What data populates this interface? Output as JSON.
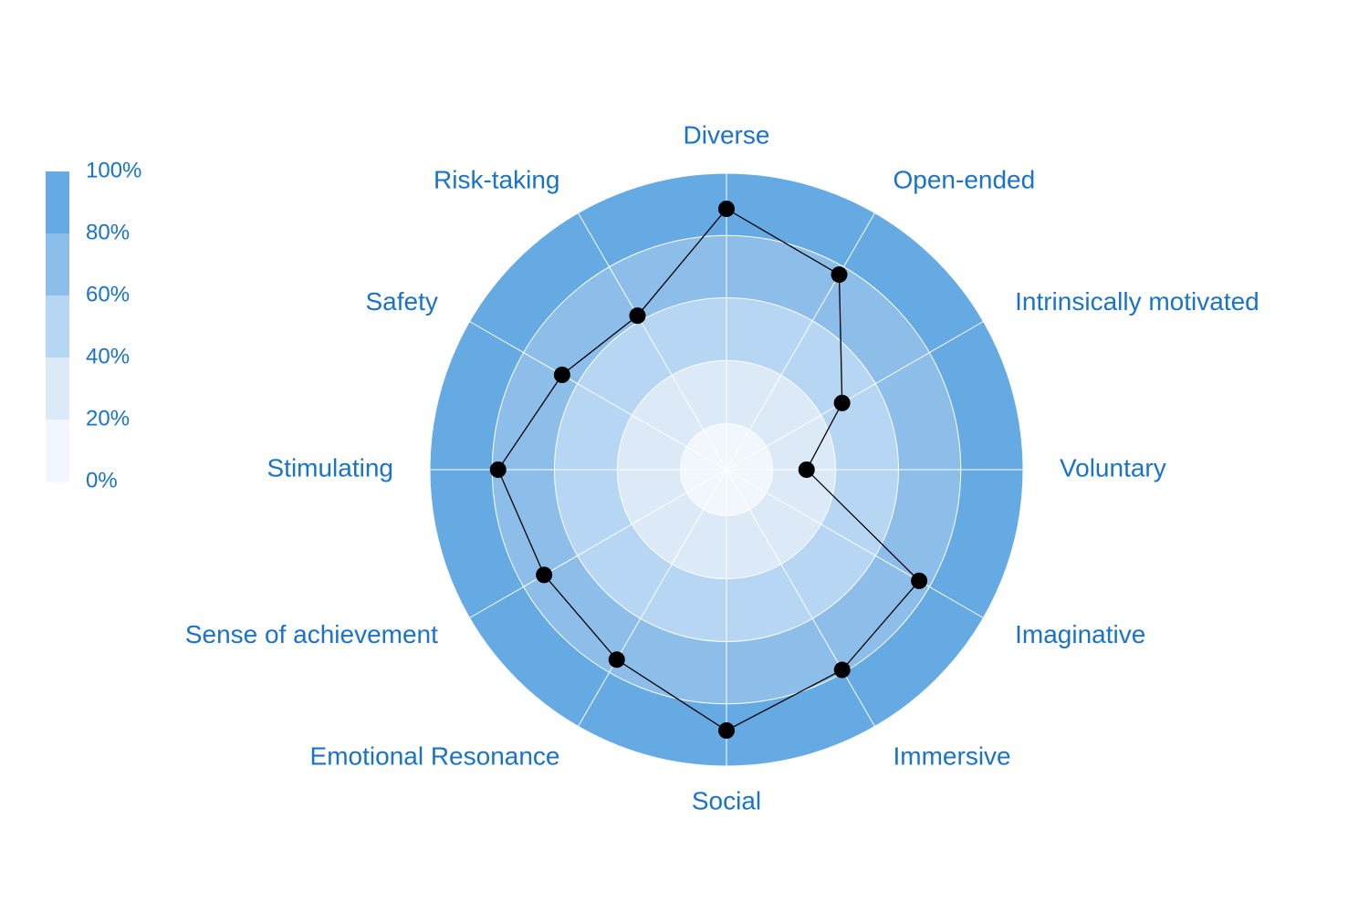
{
  "chart_data": {
    "type": "radar",
    "axes": [
      "Diverse",
      "Open-ended",
      "Intrinsically motivated",
      "Voluntary",
      "Imaginative",
      "Immersive",
      "Social",
      "Emotional Resonance",
      "Sense of achievement",
      "Stimulating",
      "Safety",
      "Risk-taking"
    ],
    "values": [
      88,
      76,
      45,
      27,
      75,
      78,
      88,
      74,
      71,
      77,
      64,
      60
    ],
    "range": [
      0,
      100
    ],
    "unit": "%",
    "rings": [
      0,
      20,
      40,
      60,
      80,
      100
    ],
    "legend": {
      "placement": "left",
      "ticks": [
        "100%",
        "80%",
        "60%",
        "40%",
        "20%",
        "0%"
      ]
    },
    "band_colors": [
      "#f2f7fd",
      "#dceaf8",
      "#b7d6f3",
      "#8dbeea",
      "#66aae4"
    ],
    "line_color": "#000000",
    "label_color": "#1a73c6",
    "grid_color": "#ffffff"
  }
}
